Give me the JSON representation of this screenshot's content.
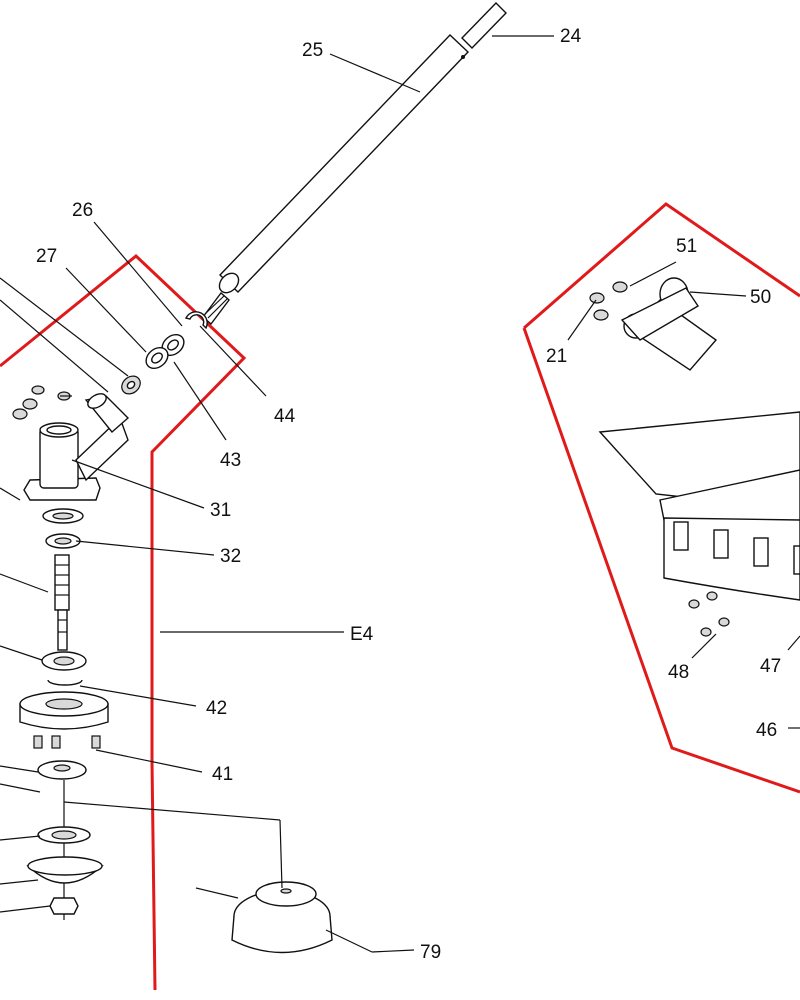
{
  "labels": {
    "l24": "24",
    "l25": "25",
    "l26": "26",
    "l27": "27",
    "l44": "44",
    "l43": "43",
    "l31": "31",
    "l32": "32",
    "le4": "E4",
    "l42": "42",
    "l41": "41",
    "l79": "79",
    "l51": "51",
    "l50": "50",
    "l21": "21",
    "l48": "48",
    "l47": "47",
    "l46": "46"
  },
  "colors": {
    "outline": "#e01a1a",
    "ink": "#111111"
  }
}
